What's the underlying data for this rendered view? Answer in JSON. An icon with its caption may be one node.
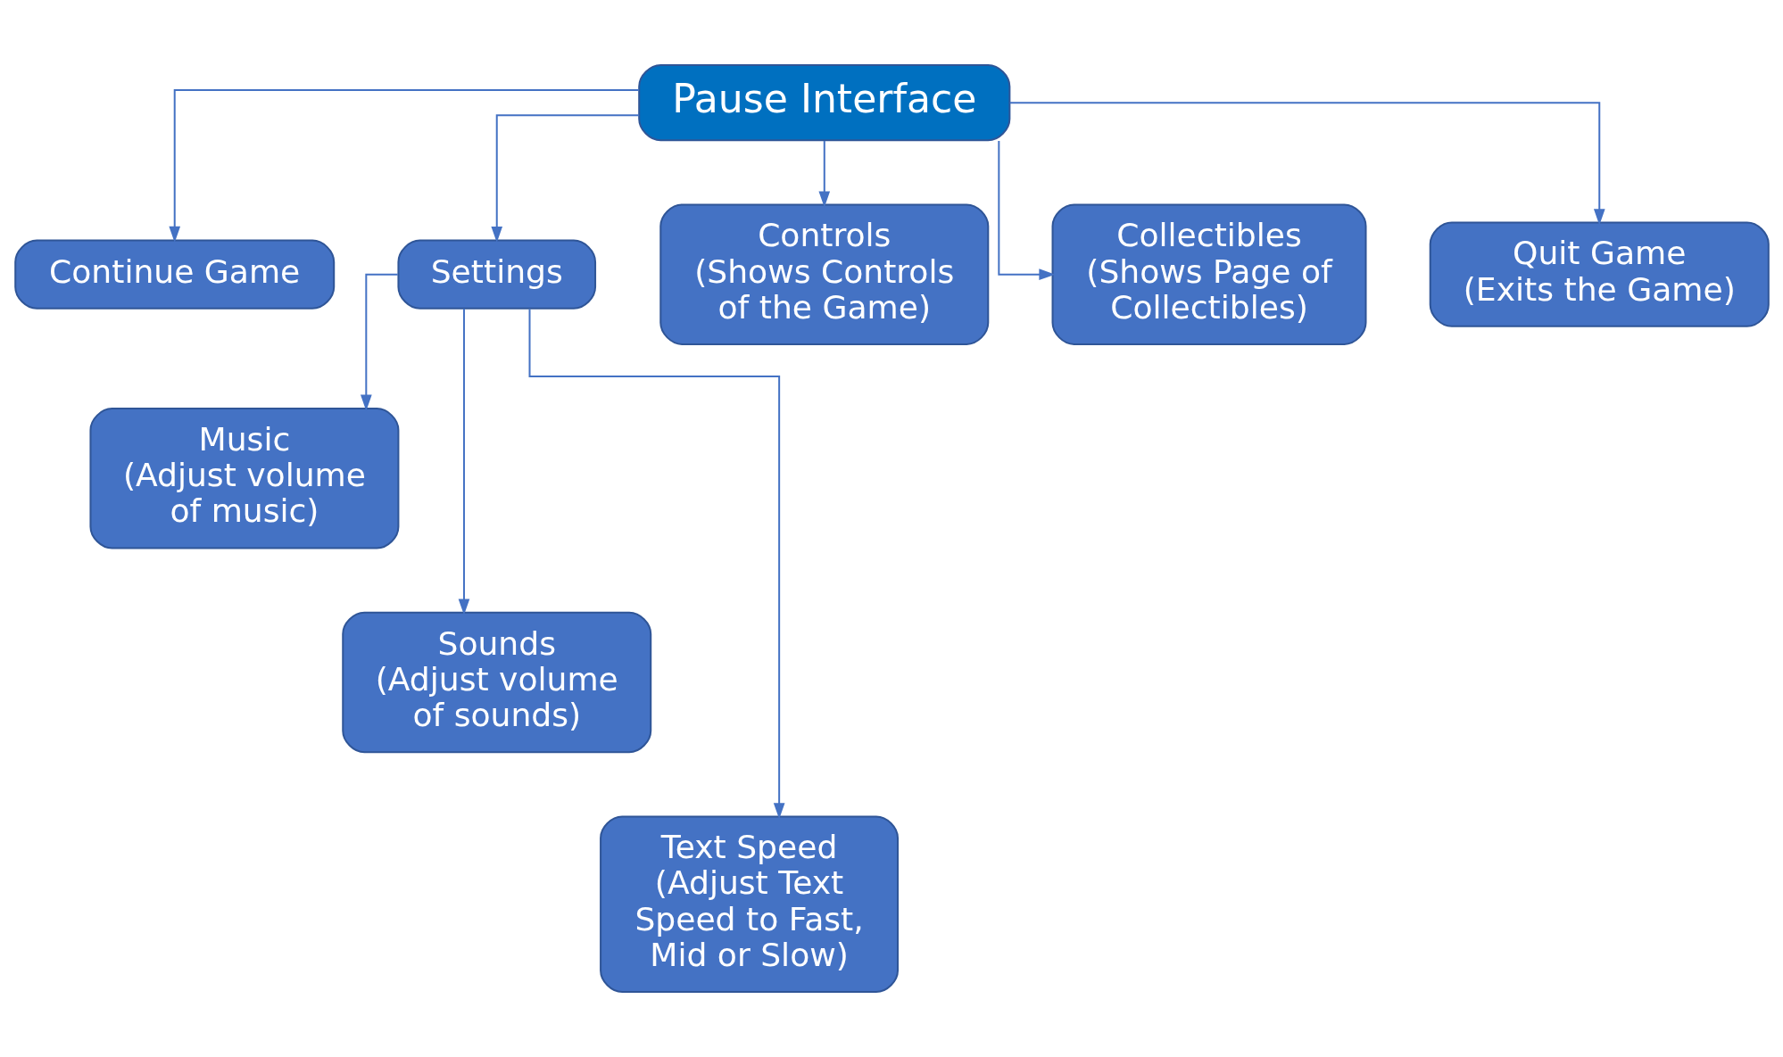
{
  "diagram": {
    "nodes": [
      {
        "text": [
          "Pause Interface"
        ]
      },
      {
        "text": [
          "Continue Game"
        ]
      },
      {
        "text": [
          "Settings"
        ]
      },
      {
        "text": [
          "Controls",
          "(Shows Controls of the Game)"
        ]
      },
      {
        "text": [
          "Collectibles",
          "(Shows Page of Collectibles)"
        ]
      },
      {
        "text": [
          "Quit Game",
          "(Exits the Game)"
        ]
      },
      {
        "text": [
          "Music",
          "(Adjust volume of music)"
        ]
      },
      {
        "text": [
          "Sounds",
          "(Adjust volume of sounds)"
        ]
      },
      {
        "text": [
          "Text Speed",
          "(Adjust Text Speed to Fast, Mid or Slow)"
        ]
      }
    ],
    "edges": [
      {
        "from": 0,
        "to": 1,
        "arrow": "to"
      },
      {
        "from": 0,
        "to": 2,
        "arrow": "to"
      },
      {
        "from": 0,
        "to": 3,
        "arrow": "to"
      },
      {
        "from": 0,
        "to": 4,
        "arrow": "to"
      },
      {
        "from": 0,
        "to": 5,
        "arrow": "to"
      },
      {
        "from": 2,
        "to": 6,
        "arrow": "to"
      },
      {
        "from": 2,
        "to": 7,
        "arrow": "to"
      },
      {
        "from": 2,
        "to": 8,
        "arrow": "to"
      }
    ]
  }
}
